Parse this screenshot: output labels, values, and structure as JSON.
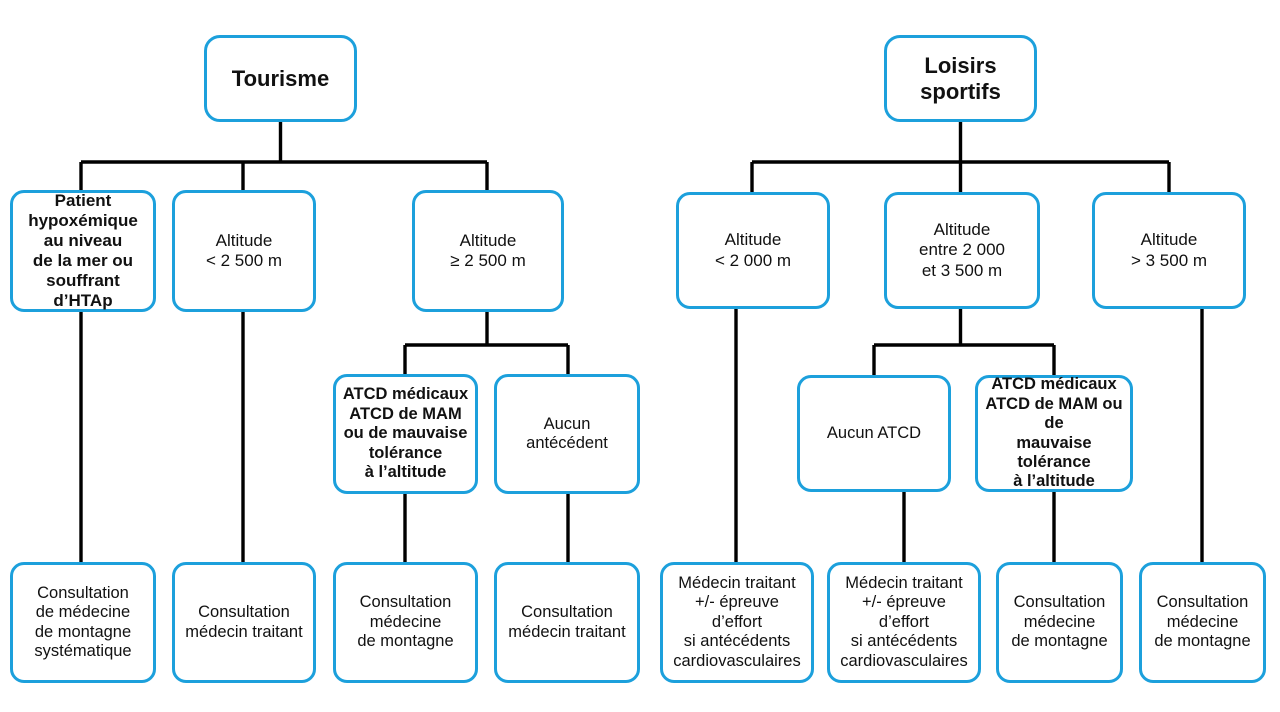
{
  "diagram": {
    "title_left": "Tourisme",
    "title_right": "Loisirs sportifs",
    "accent_color": "#1CA0DC",
    "line_color": "#000000",
    "text_color": "#111111",
    "background": "#FFFFFF"
  },
  "nodes": {
    "root_tourisme": "Tourisme",
    "root_loisirs": "Loisirs\nsportifs",
    "t_patient_hypox": "Patient\nhypoxémique\nau niveau\nde la mer ou\nsouffrant d’HTAp",
    "t_alt_lt2500": "Altitude\n< 2 500 m",
    "t_alt_ge2500": "Altitude\n≥ 2 500 m",
    "t_atcd_med": "ATCD médicaux\nATCD de MAM\nou de mauvaise\ntolérance\nà l’altitude",
    "t_aucun_antecedent": "Aucun\nantécédent",
    "t_leaf_consult_montagne_syst": "Consultation\nde médecine\nde montagne\nsystématique",
    "t_leaf_consult_traitant_1": "Consultation\nmédecin traitant",
    "t_leaf_consult_montagne_1": "Consultation\nmédecine\nde montagne",
    "t_leaf_consult_traitant_2": "Consultation\nmédecin traitant",
    "l_alt_lt2000": "Altitude\n< 2 000 m",
    "l_alt_2000_3500": "Altitude\nentre 2 000\net 3 500 m",
    "l_alt_gt3500": "Altitude\n> 3 500 m",
    "l_aucun_atcd": "Aucun ATCD",
    "l_atcd_med": "ATCD médicaux\nATCD de MAM ou de\nmauvaise tolérance\nà l’altitude",
    "l_leaf_traitant_effort_1": "Médecin traitant\n+/- épreuve d’effort\nsi antécédents\ncardiovasculaires",
    "l_leaf_traitant_effort_2": "Médecin traitant\n+/- épreuve d’effort\nsi antécédents\ncardiovasculaires",
    "l_leaf_consult_montagne_1": "Consultation\nmédecine\nde montagne",
    "l_leaf_consult_montagne_2": "Consultation\nmédecine\nde montagne"
  }
}
